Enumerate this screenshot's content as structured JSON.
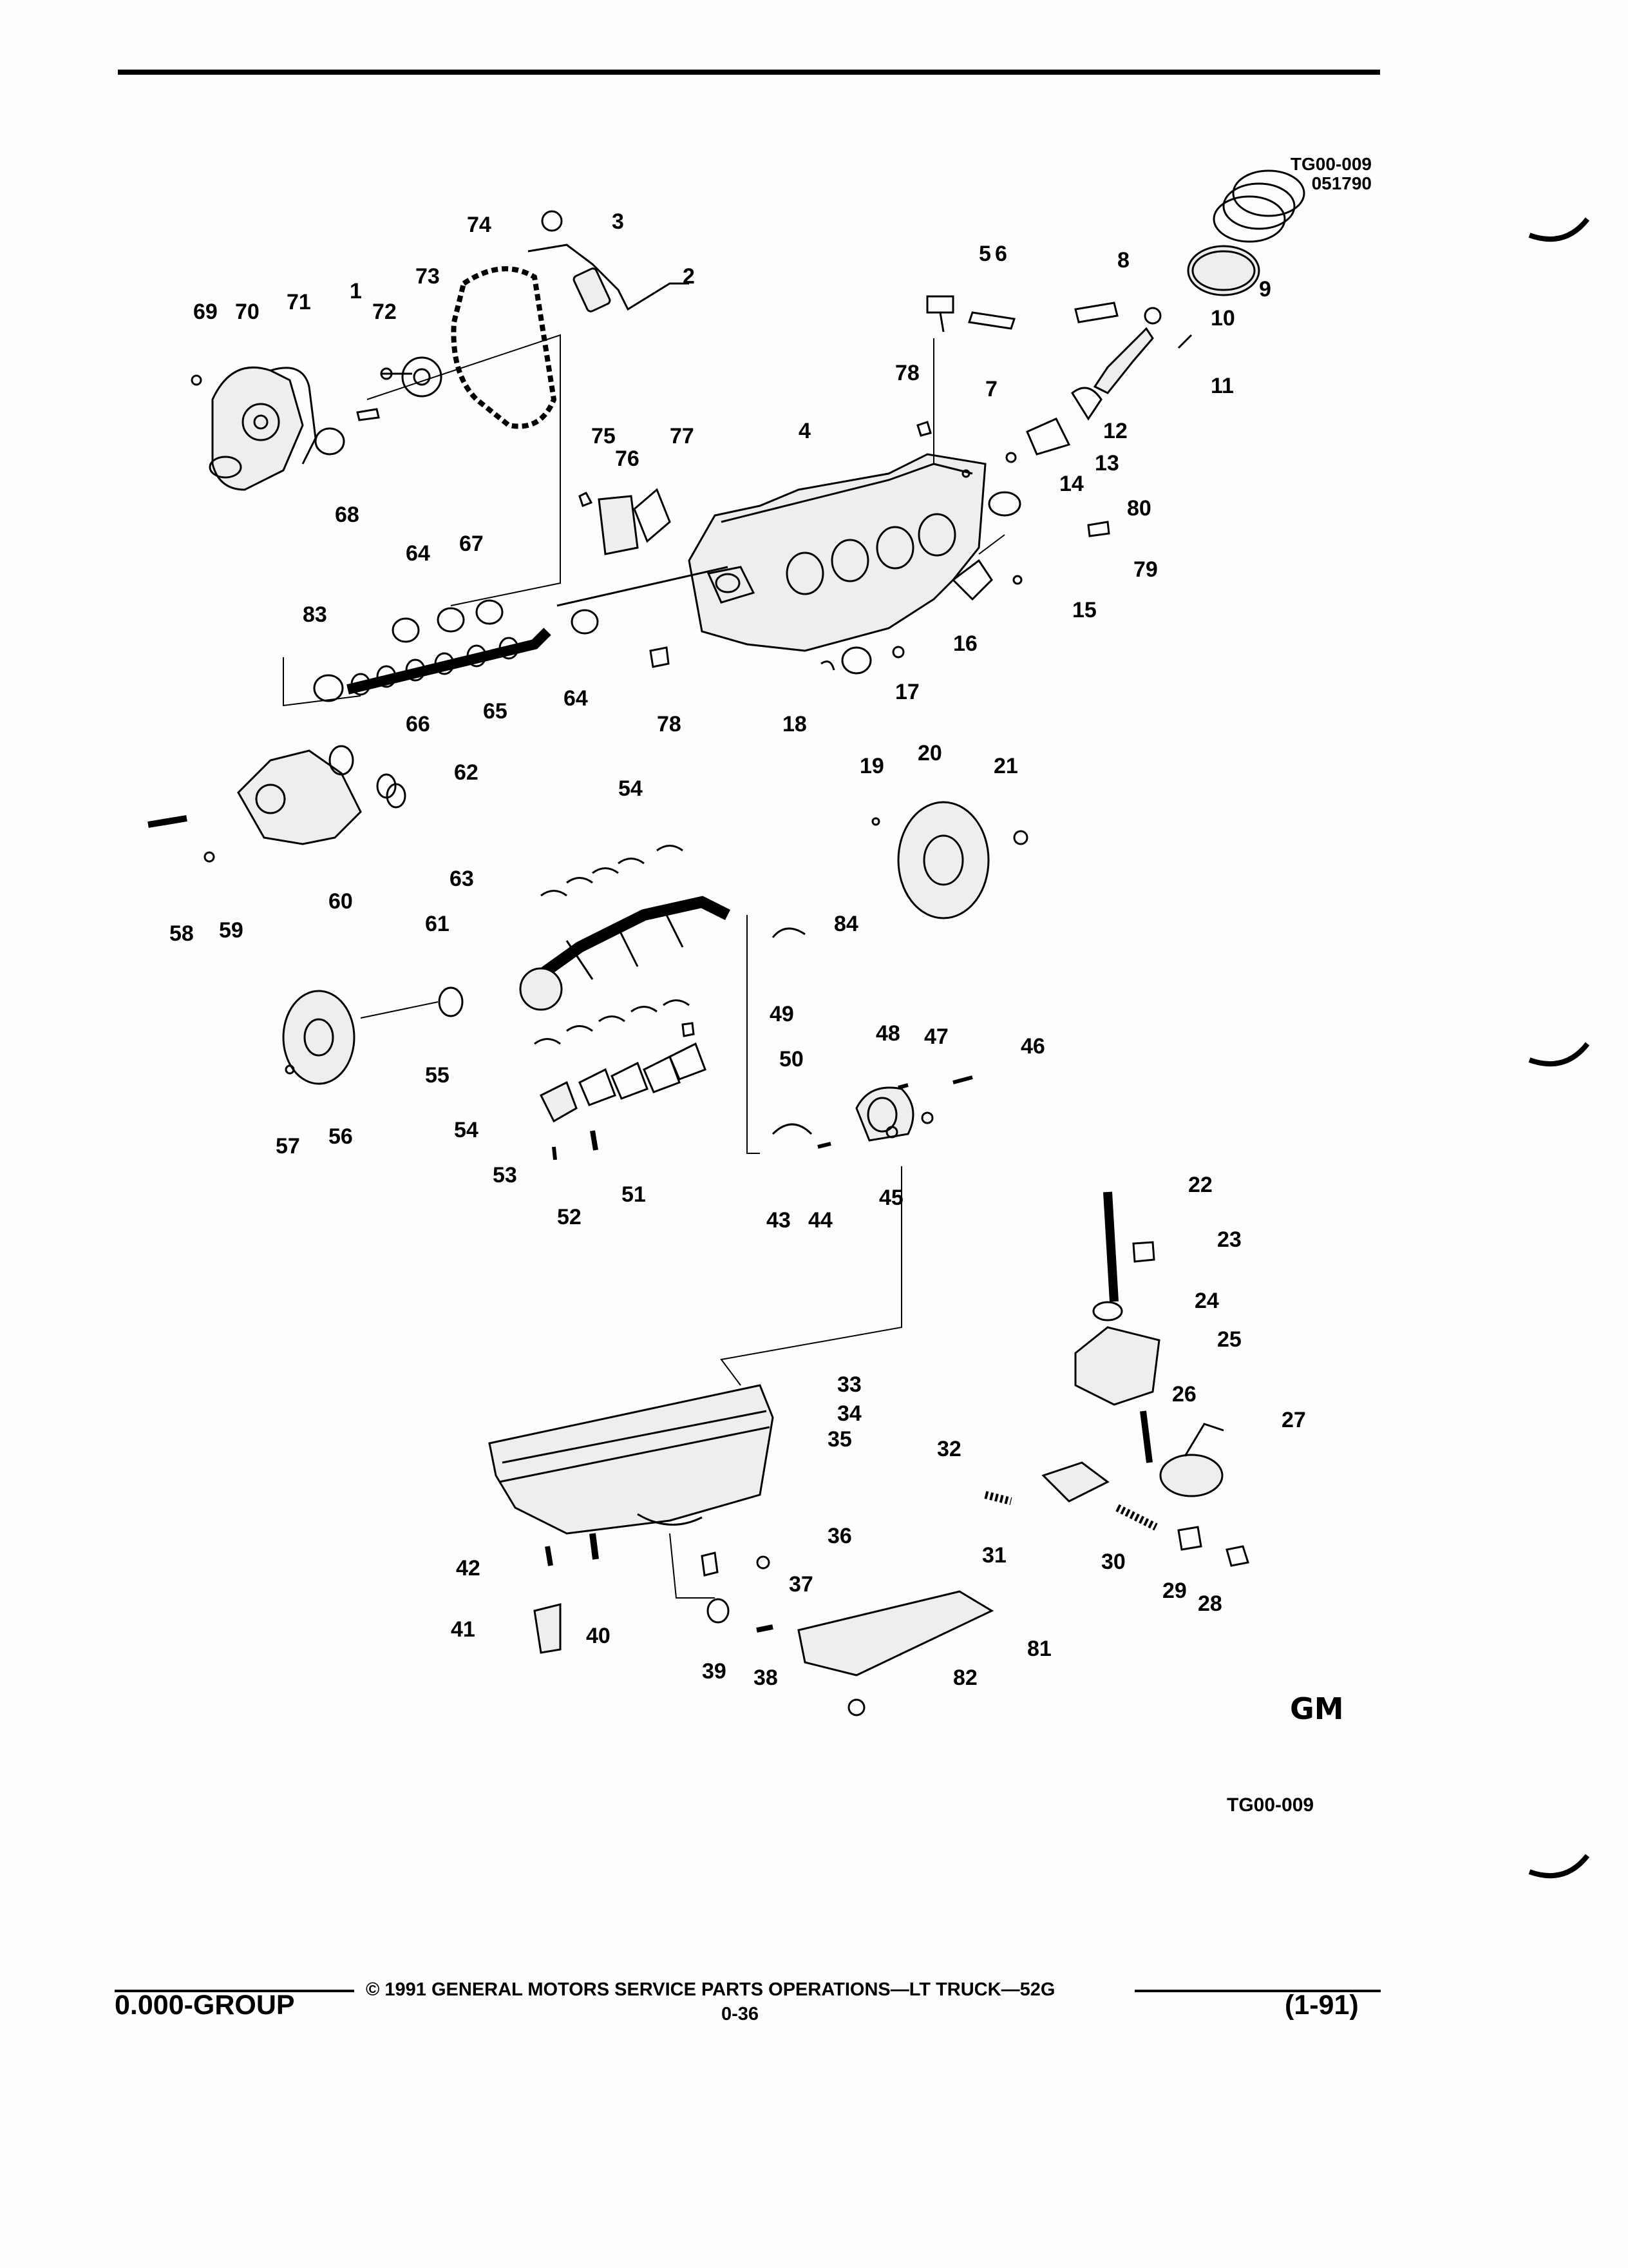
{
  "header": {
    "figure_code": "TG00-009",
    "figure_date": "051790"
  },
  "diagram": {
    "callouts": [
      "1",
      "2",
      "3",
      "4",
      "5",
      "6",
      "7",
      "8",
      "9",
      "10",
      "11",
      "12",
      "13",
      "14",
      "15",
      "16",
      "17",
      "18",
      "19",
      "20",
      "21",
      "22",
      "23",
      "24",
      "25",
      "26",
      "27",
      "28",
      "29",
      "30",
      "31",
      "32",
      "33",
      "34",
      "35",
      "36",
      "37",
      "38",
      "39",
      "40",
      "41",
      "42",
      "43",
      "44",
      "45",
      "46",
      "47",
      "48",
      "49",
      "50",
      "51",
      "52",
      "53",
      "54",
      "55",
      "56",
      "57",
      "58",
      "59",
      "60",
      "61",
      "62",
      "63",
      "64",
      "65",
      "66",
      "67",
      "68",
      "69",
      "70",
      "71",
      "72",
      "73",
      "74",
      "75",
      "76",
      "77",
      "78",
      "79",
      "80",
      "81",
      "82",
      "83",
      "84"
    ],
    "figure_id": "TG00-009",
    "logo_text": "GM"
  },
  "footer": {
    "copyright": "© 1991 GENERAL MOTORS SERVICE PARTS OPERATIONS—LT TRUCK—52G",
    "group": "0.000-GROUP",
    "page": "0-36",
    "date": "(1-91)"
  }
}
